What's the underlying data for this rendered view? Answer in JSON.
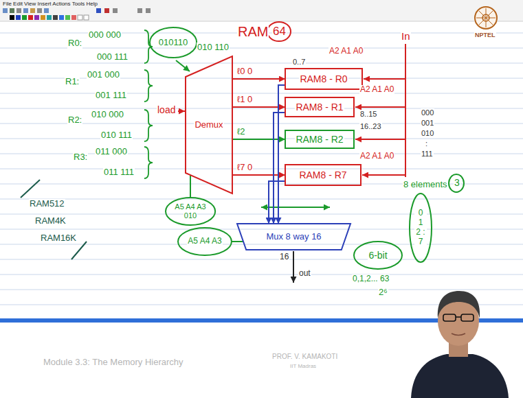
{
  "diagram": {
    "nodes": [
      {
        "text": [
          "010110"
        ]
      },
      {
        "text": [
          "Demux"
        ]
      },
      {
        "text": [
          "RAM8 - R0"
        ]
      },
      {
        "text": [
          "RAM8 - R1"
        ]
      },
      {
        "text": [
          "RAM8 - R2"
        ]
      },
      {
        "text": [
          "RAM8 - R7"
        ]
      },
      {
        "text": [
          "A5 A4 A3",
          "010"
        ]
      },
      {
        "text": [
          "A5 A4 A3"
        ]
      },
      {
        "text": [
          "Mux 8 way 16"
        ]
      },
      {
        "text": [
          "6-bit"
        ]
      },
      {
        "text": [
          "0 1 2 : 7"
        ]
      }
    ],
    "edges": [
      {
        "from": 1,
        "to": 2,
        "arrow": "to",
        "label": "ℓ0 0"
      },
      {
        "from": 1,
        "to": 3,
        "arrow": "to",
        "label": "ℓ1 0"
      },
      {
        "from": 1,
        "to": 4,
        "arrow": "to",
        "label": "ℓ2"
      },
      {
        "from": 1,
        "to": 5,
        "arrow": "to",
        "label": "ℓ7 0"
      },
      {
        "from": 2,
        "to": 8,
        "arrow": "to"
      },
      {
        "from": 3,
        "to": 8,
        "arrow": "to"
      },
      {
        "from": 5,
        "to": 8,
        "arrow": "to"
      },
      {
        "from": 7,
        "to": 8,
        "arrow": "none"
      },
      {
        "from": 6,
        "to": 1,
        "arrow": "none"
      }
    ],
    "labels": [
      "File Edit View Insert Actions Tools Help",
      "NPTEL",
      "RAM",
      "64",
      "0..7",
      "A2 A1 A0",
      "A2 A1 A0",
      "8..15",
      "16..23",
      "A2 A1 A0",
      "In",
      "load",
      "010 110",
      "R0:",
      "000 000",
      "000 111",
      "R1:",
      "001 000",
      "001 111",
      "R2:",
      "010 000",
      "010 111",
      "R3:",
      "011 000",
      "011 111",
      "RAM512",
      "RAM4K",
      "RAM16K",
      "000",
      "001",
      "010",
      ":",
      "111",
      "8 elements",
      "3",
      "0,1,2... 63",
      "2⁶",
      "16",
      "out",
      "Module 3.3: The Memory Hierarchy",
      "PROF. V. KAMAKOTI",
      "IIT Madras"
    ]
  }
}
